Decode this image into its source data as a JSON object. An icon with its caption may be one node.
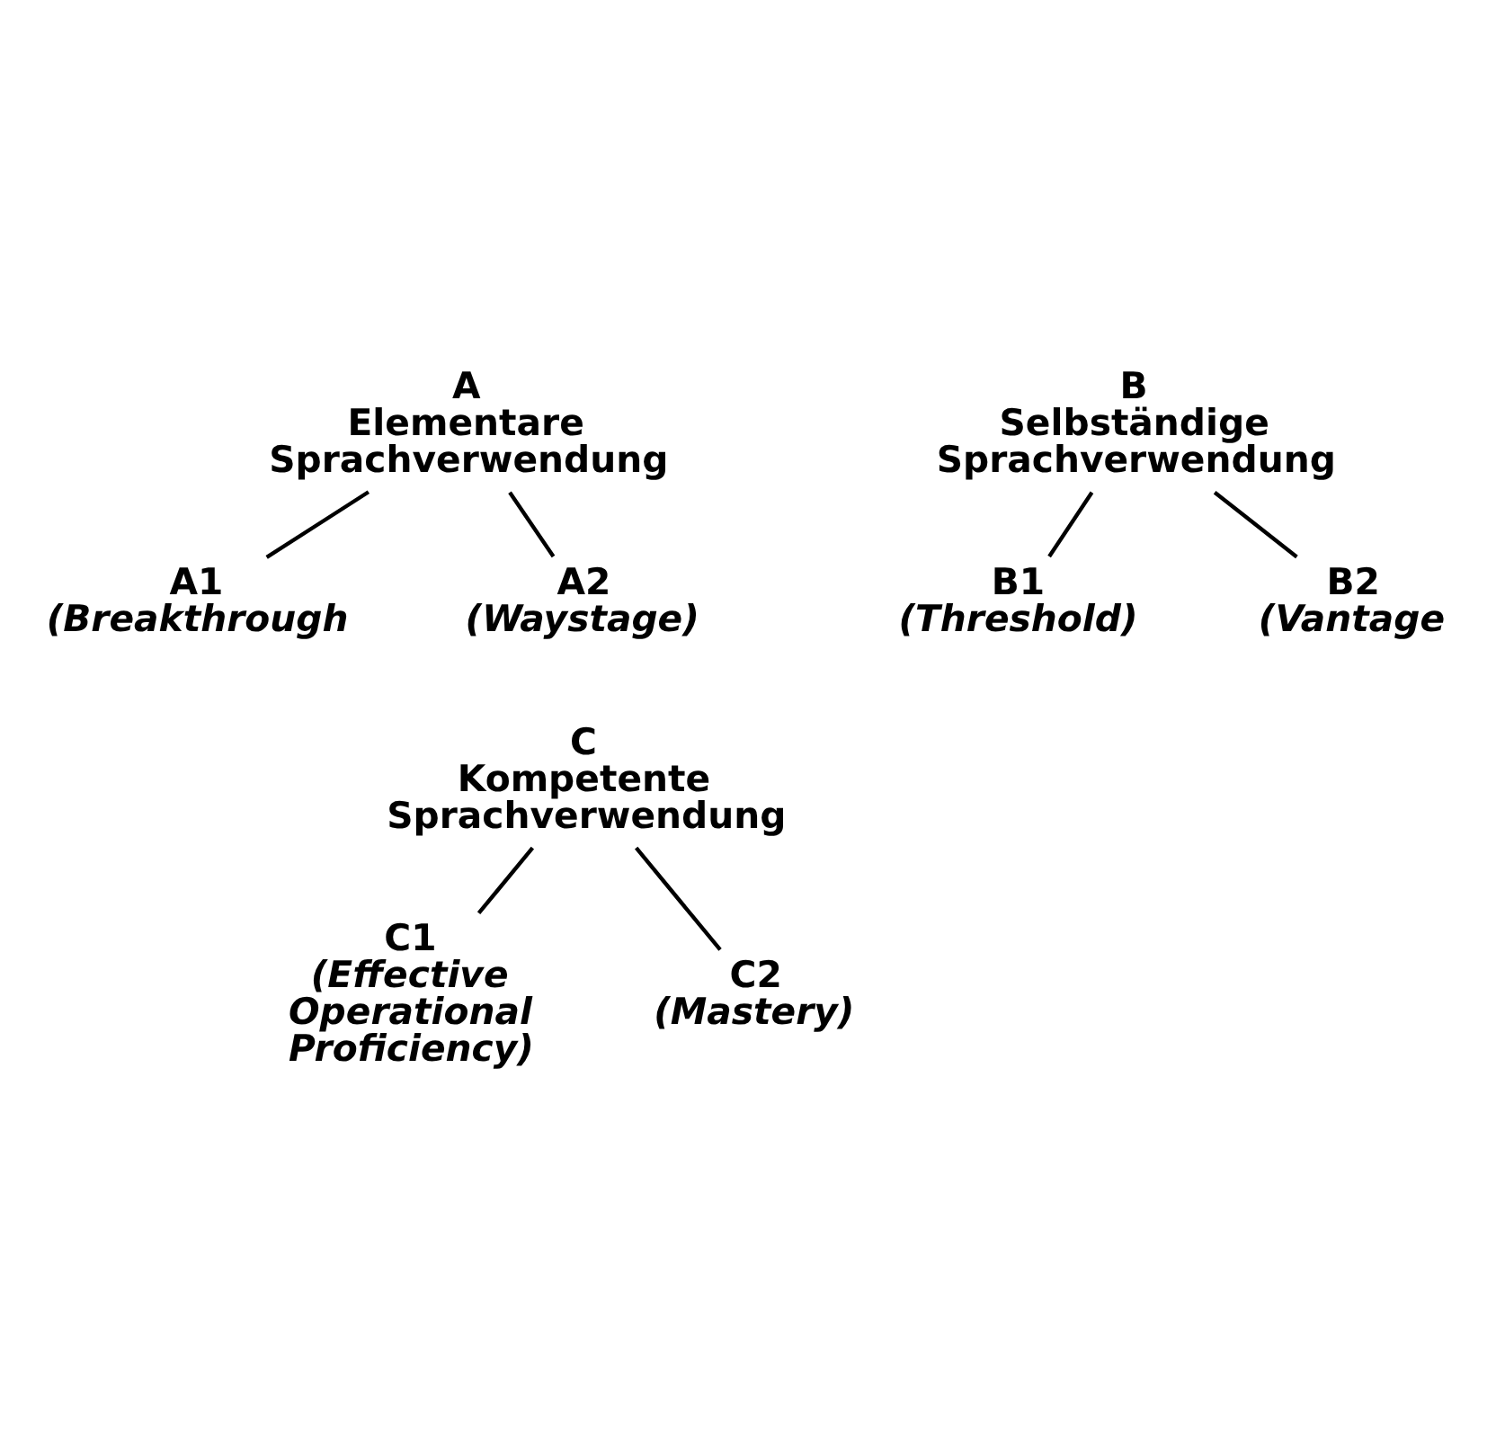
{
  "diagram": {
    "nodes": [
      {
        "text": [
          "A",
          "Elementare Sprachverwendung"
        ]
      },
      {
        "text": [
          "A1",
          "(Breakthrough"
        ]
      },
      {
        "text": [
          "A2",
          "(Waystage)"
        ]
      },
      {
        "text": [
          "B",
          "Selbständige Sprachverwendung"
        ]
      },
      {
        "text": [
          "B1",
          "(Threshold)"
        ]
      },
      {
        "text": [
          "B2",
          "(Vantage"
        ]
      },
      {
        "text": [
          "C",
          "Kompetente Sprachverwendung"
        ]
      },
      {
        "text": [
          "C1",
          "(Effective Operational Proficiency)"
        ]
      },
      {
        "text": [
          "C2",
          "(Mastery)"
        ]
      }
    ],
    "edges": [
      {
        "from": 0,
        "to": 1,
        "arrow": "none"
      },
      {
        "from": 0,
        "to": 2,
        "arrow": "none"
      },
      {
        "from": 3,
        "to": 4,
        "arrow": "none"
      },
      {
        "from": 3,
        "to": 5,
        "arrow": "none"
      },
      {
        "from": 6,
        "to": 7,
        "arrow": "none"
      },
      {
        "from": 6,
        "to": 8,
        "arrow": "none"
      }
    ]
  }
}
